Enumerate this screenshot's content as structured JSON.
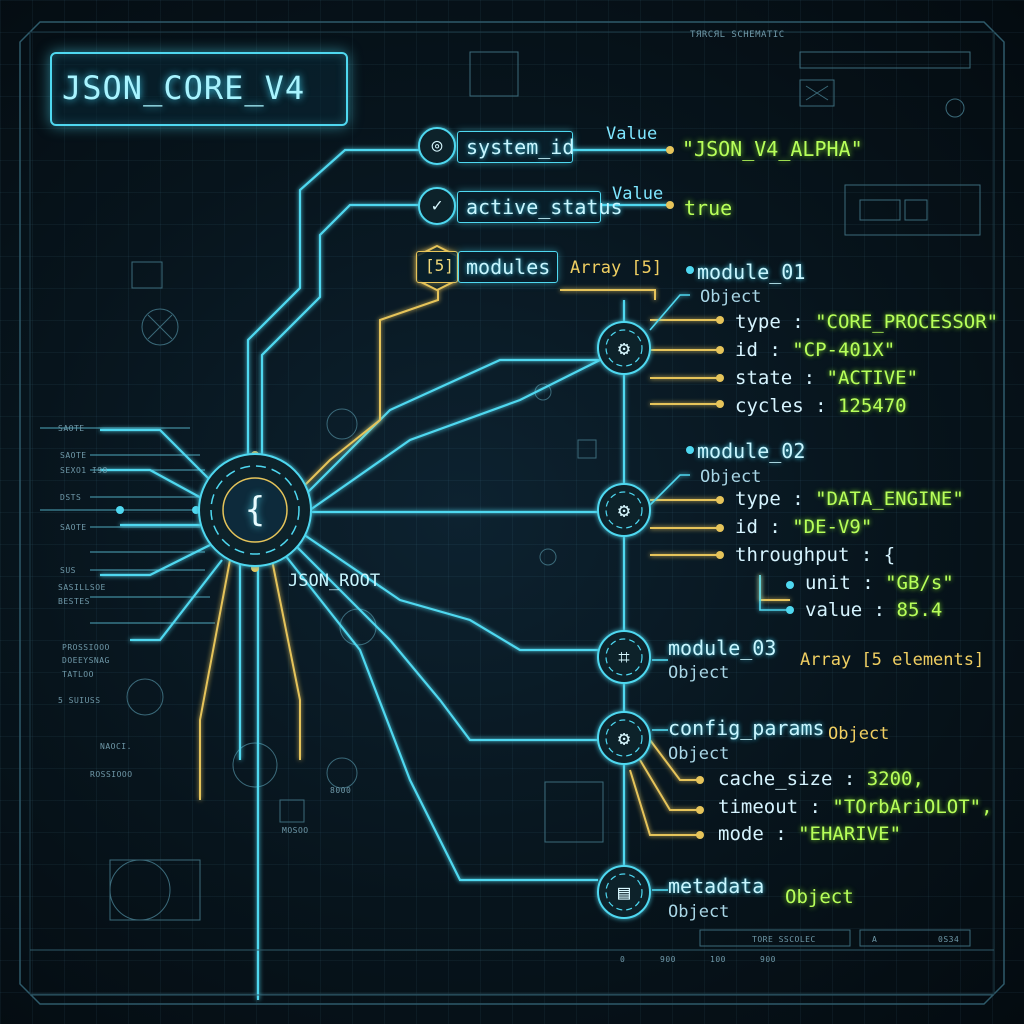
{
  "header": {
    "title": "JSON_CORE_V4",
    "small_caption": "TЯRCЯL SCHEMATIC"
  },
  "root": {
    "label": "JSON_ROOT",
    "icon": "curly-brace-icon",
    "glyph": "{"
  },
  "top_keys": [
    {
      "key": "system_id",
      "value_caption": "Value",
      "value": "\"JSON_V4_ALPHA\"",
      "icon": "globe-icon"
    },
    {
      "key": "active_status",
      "value_caption": "Value",
      "value": "true",
      "icon": "check-icon"
    },
    {
      "key": "modules",
      "badge": "[5]",
      "type": "Array [5]",
      "icon": "array-icon"
    }
  ],
  "module_01": {
    "name": "module_01",
    "type_label": "Object",
    "props": [
      {
        "k": "type",
        "v": "\"CORE_PROCESSOR\""
      },
      {
        "k": "id",
        "v": "\"CP-401X\""
      },
      {
        "k": "state",
        "v": "\"ACTIVE\""
      },
      {
        "k": "cycles",
        "v": "125470"
      }
    ]
  },
  "module_02": {
    "name": "module_02",
    "type_label": "Object",
    "props": [
      {
        "k": "type",
        "v": "\"DATA_ENGINE\""
      },
      {
        "k": "id",
        "v": "\"DE-V9\""
      }
    ],
    "throughput_label": "throughput : {",
    "throughput": [
      {
        "k": "unit",
        "v": "\"GB/s\""
      },
      {
        "k": "value",
        "v": "85.4"
      }
    ]
  },
  "module_03": {
    "name": "module_03",
    "type_label": "Object",
    "array_label": "Array [5 elements]"
  },
  "config_params": {
    "name": "config_params",
    "type_label": "Object",
    "object_label": "Object",
    "props": [
      {
        "k": "cache_size",
        "v": "3200,"
      },
      {
        "k": "timeout",
        "v": "\"TOrbAriOLOT\","
      },
      {
        "k": "mode",
        "v": "\"EHARIVE\""
      }
    ]
  },
  "metadata": {
    "name": "metadata",
    "type_label": "Object",
    "object_label": "Object"
  },
  "side_labels": {
    "left": [
      "SAOTE",
      "SAOTE",
      "SEXO1 I98",
      "DSTS",
      "SAOTE",
      "SUS",
      "SASILLSOE",
      "BESTES",
      "PROSSIOOO",
      "DOEEYSNAG",
      "TATLOO",
      "5 SUIUSS",
      "NAOCI.",
      "ROSSIOOO",
      "MOSOO",
      "8000"
    ],
    "bottom": [
      "0",
      "900",
      "100",
      "900",
      "TORE SSCOLEC",
      "A",
      "0S34"
    ]
  },
  "colors": {
    "wire": "#4fd8f0",
    "wire_gold": "#e6c45a",
    "value_green": "#b8ff5a",
    "background": "#07141c"
  }
}
